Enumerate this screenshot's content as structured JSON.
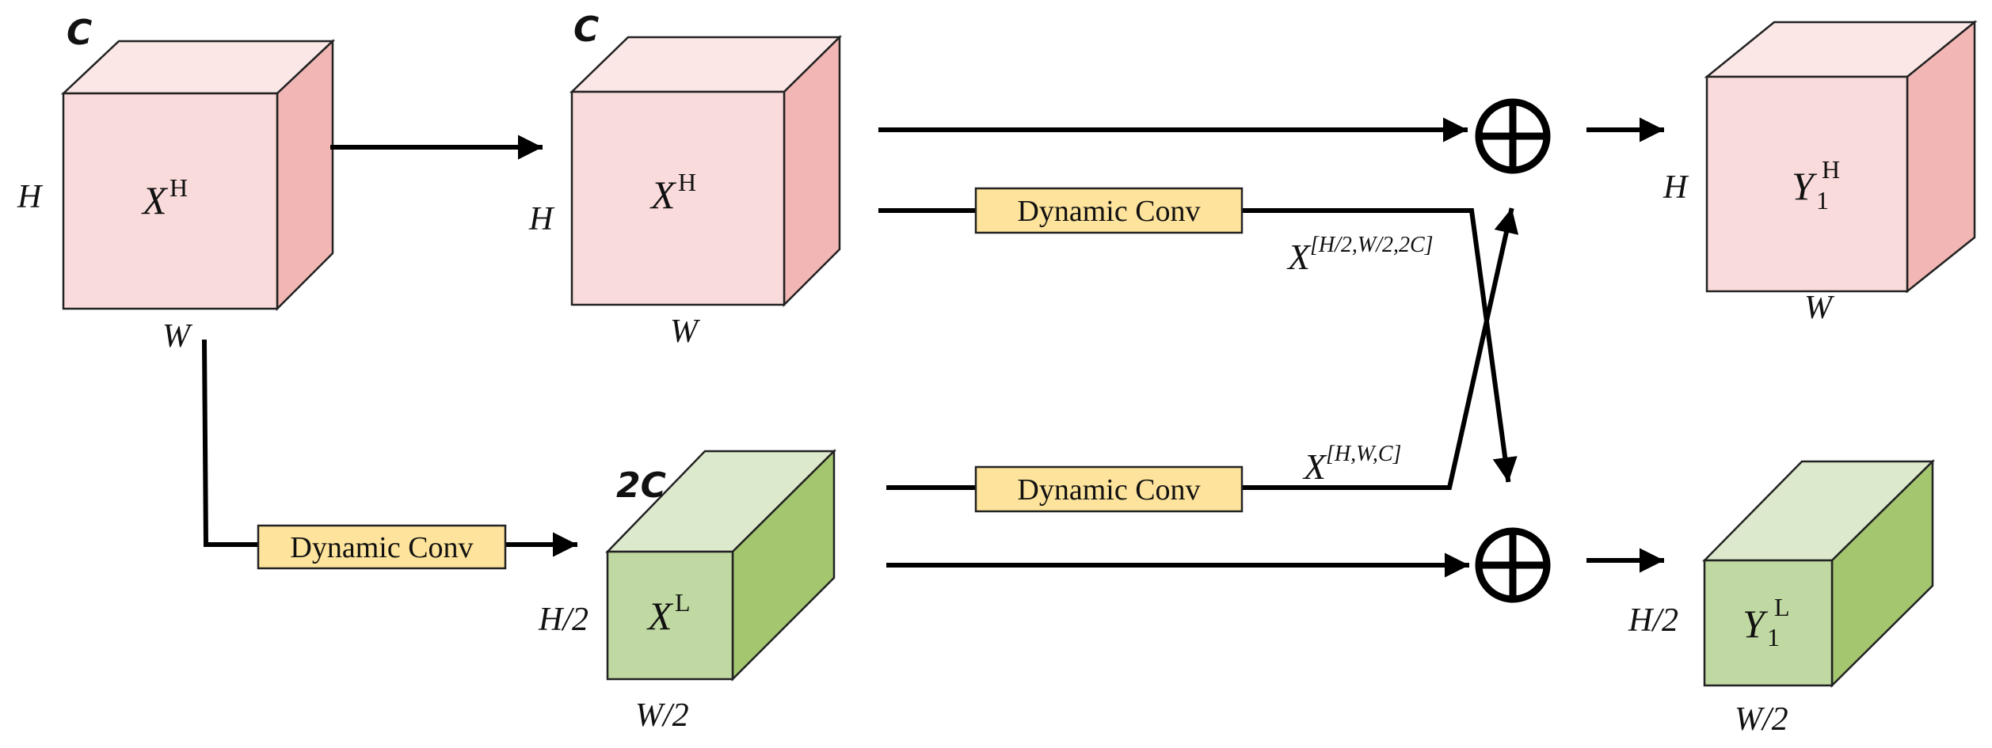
{
  "colors": {
    "pink_front": "#fadbdb",
    "pink_top": "#fbe7e6",
    "pink_side": "#f2b7b4",
    "green_front": "#c0d9a2",
    "green_top": "#dde9cd",
    "green_side": "#a3c66f",
    "conv_fill": "#fde39b",
    "line": "#000000"
  },
  "cubes": {
    "input": {
      "var": "X",
      "sup": "H",
      "h_label": "H",
      "w_label": "W",
      "c_label": "C"
    },
    "high": {
      "var": "X",
      "sup": "H",
      "h_label": "H",
      "w_label": "W",
      "c_label": "C"
    },
    "low": {
      "var": "X",
      "sup": "L",
      "h_label": "H/2",
      "w_label": "W/2",
      "c_label": "2C"
    },
    "out_high": {
      "var": "Y",
      "sub": "1",
      "sup": "H",
      "h_label": "H",
      "w_label": "W"
    },
    "out_low": {
      "var": "Y",
      "sub": "1",
      "sup": "L",
      "h_label": "H/2",
      "w_label": "W/2"
    }
  },
  "conv_boxes": {
    "down": "Dynamic Conv",
    "high_to_low": "Dynamic Conv",
    "low_to_high": "Dynamic Conv"
  },
  "annotations": {
    "upper": {
      "var": "X",
      "sup": "[H/2,W/2,2C]"
    },
    "lower": {
      "var": "X",
      "sup": "[H,W,C]"
    }
  },
  "operators": {
    "add_top": "⊕",
    "add_bottom": "⊕"
  }
}
